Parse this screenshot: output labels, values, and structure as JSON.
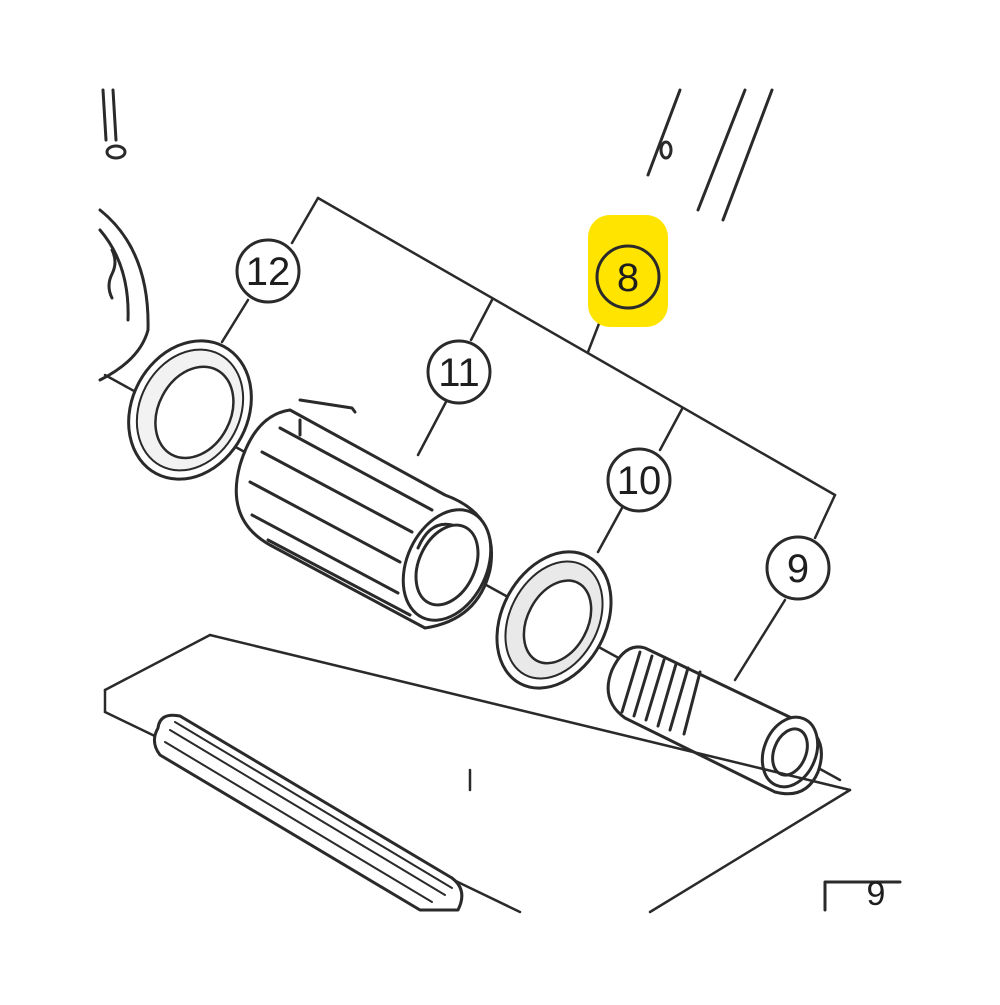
{
  "diagram": {
    "callouts": [
      {
        "id": "part-12",
        "label": "12"
      },
      {
        "id": "part-11",
        "label": "11"
      },
      {
        "id": "part-10",
        "label": "10"
      },
      {
        "id": "part-9",
        "label": "9"
      },
      {
        "id": "part-8",
        "label": "8",
        "highlighted": true
      }
    ],
    "corner_box_label": "9",
    "colors": {
      "highlight": "#ffe400",
      "ink": "#2a2a2a",
      "background": "#ffffff"
    }
  }
}
